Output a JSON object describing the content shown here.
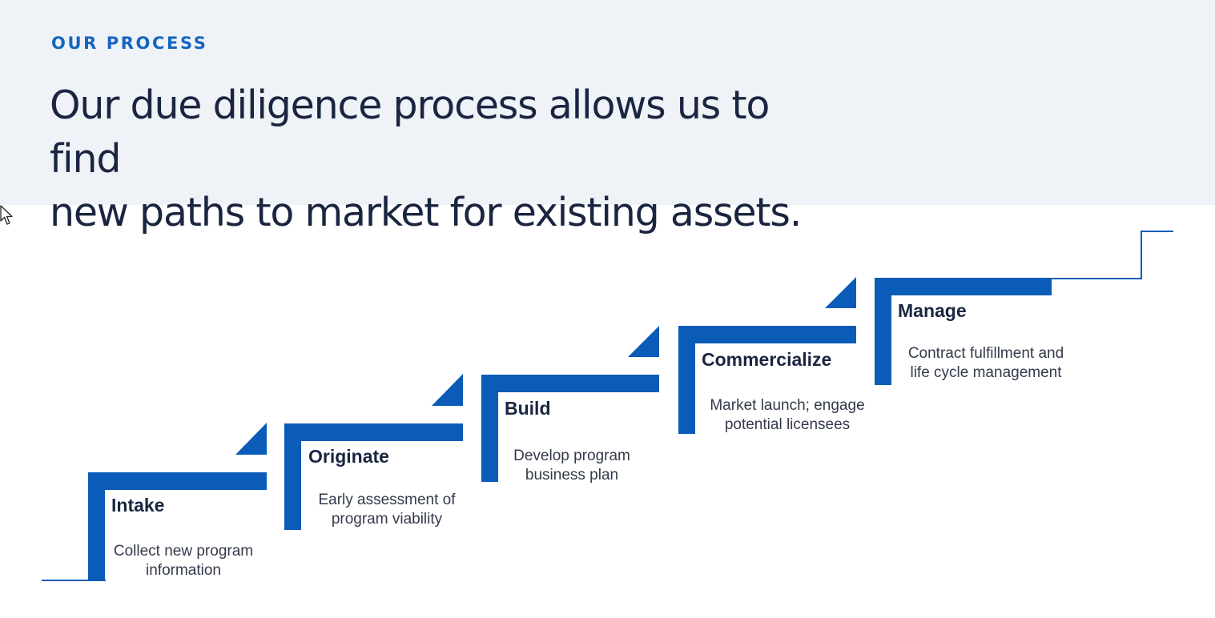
{
  "header": {
    "eyebrow": "OUR PROCESS",
    "headline_line1": "Our due diligence process allows us to find",
    "headline_line2": "new paths to market for existing assets."
  },
  "steps": [
    {
      "title": "Intake",
      "desc_line1": "Collect new program",
      "desc_line2": "information"
    },
    {
      "title": "Originate",
      "desc_line1": "Early assessment of",
      "desc_line2": "program viability"
    },
    {
      "title": "Build",
      "desc_line1": "Develop program",
      "desc_line2": "business plan"
    },
    {
      "title": "Commercialize",
      "desc_line1": "Market launch; engage",
      "desc_line2": "potential licensees"
    },
    {
      "title": "Manage",
      "desc_line1": "Contract fulfillment and",
      "desc_line2": "life cycle management"
    }
  ],
  "colors": {
    "accent": "#0a5cb8",
    "eyebrow": "#1565c0",
    "hero_background": "#eff2f7",
    "heading_text": "#1a2540"
  },
  "icons": [
    "mouse-pointer-icon"
  ]
}
